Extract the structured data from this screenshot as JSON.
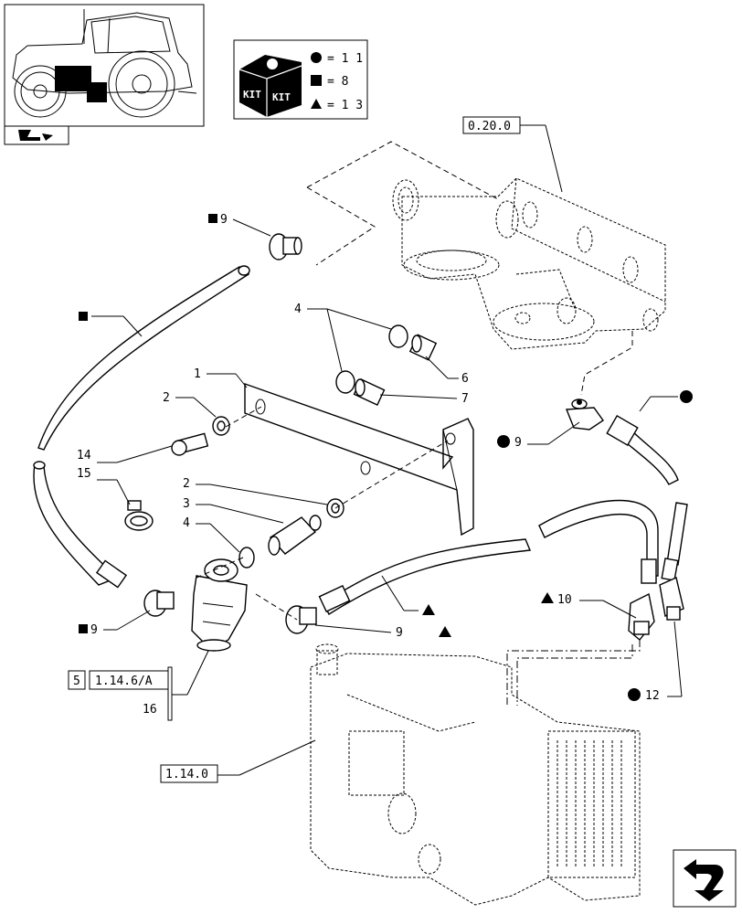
{
  "kit_legend": {
    "kit_words": [
      "KIT",
      "KIT"
    ],
    "rows": [
      {
        "symbol": "circle",
        "text": "= 1 1"
      },
      {
        "symbol": "square",
        "text": "= 8"
      },
      {
        "symbol": "triangle",
        "text": "= 1 3"
      }
    ]
  },
  "references": {
    "ref_top": "0.20.0",
    "ref_tank": "1.14.0",
    "ref_filter_a": "5",
    "ref_filter_b": "1.14.6/A",
    "ref_filter_c": "16"
  },
  "callouts": {
    "c1": "1",
    "c2a": "2",
    "c2b": "2",
    "c3": "3",
    "c4a": "4",
    "c4b": "4",
    "c6": "6",
    "c7": "7",
    "c9_top": "9",
    "c9_right": "9",
    "c9_left": "9",
    "c9_bottom": "9",
    "c10": "10",
    "c12": "12",
    "c14": "14",
    "c15": "15"
  }
}
